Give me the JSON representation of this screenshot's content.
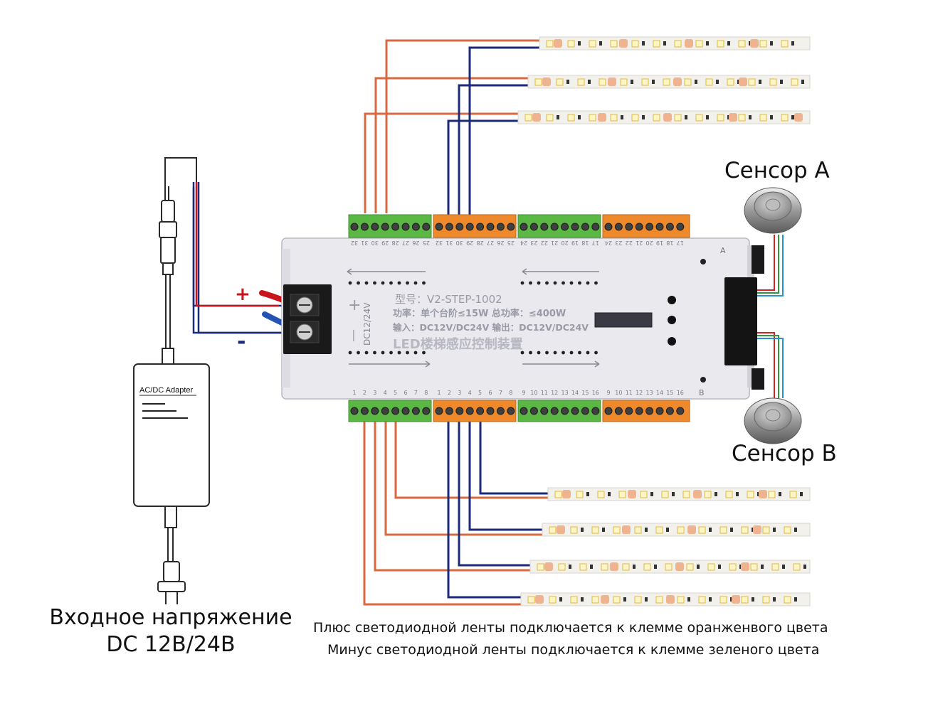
{
  "adapter": {
    "label": "AC/DC Adapter",
    "plus_sign": "+",
    "minus_sign": "-"
  },
  "controller": {
    "model_line": "型号：V2-STEP-1002",
    "power_line": "功率：单个台阶≤15W 总功率：≤400W",
    "io_line": "输入：DC12V/DC24V 输出：DC12V/DC24V",
    "name_line": "LED楼梯感应控制装置",
    "voltage_tag": "DC12/24V",
    "terminal_plus": "+",
    "terminal_minus": "—",
    "port_a": "A",
    "port_b": "B",
    "top_numbers_left": [
      "32",
      "31",
      "30",
      "29",
      "28",
      "27",
      "26",
      "25"
    ],
    "top_numbers_mid": [
      "32",
      "31",
      "30",
      "29",
      "28",
      "27",
      "26",
      "25"
    ],
    "top_numbers_right_a": [
      "24",
      "23",
      "22",
      "21",
      "20",
      "19",
      "18",
      "17"
    ],
    "top_numbers_right_b": [
      "24",
      "23",
      "22",
      "21",
      "20",
      "19",
      "18",
      "17"
    ],
    "bottom_numbers_left": [
      "1",
      "2",
      "3",
      "4",
      "5",
      "6",
      "7",
      "8"
    ],
    "bottom_numbers_mid": [
      "1",
      "2",
      "3",
      "4",
      "5",
      "6",
      "7",
      "8"
    ],
    "bottom_numbers_right_a": [
      "9",
      "10",
      "11",
      "12",
      "13",
      "14",
      "15",
      "16"
    ],
    "bottom_numbers_right_b": [
      "9",
      "10",
      "11",
      "12",
      "13",
      "14",
      "15",
      "16"
    ]
  },
  "sensors": {
    "a_label": "Сенсор A",
    "b_label": "Сенсор B"
  },
  "captions": {
    "input_line1": "Входное напряжение",
    "input_line2": "DC 12В/24В",
    "note_plus": "Плюс светодиодной ленты подключается к клемме оранженвого цвета",
    "note_minus": "Минус светодиодной ленты подключается к клемме зеленого цвета"
  },
  "colors": {
    "wire_plus": "#d9693f",
    "wire_minus": "#1c2a7a",
    "red_wire": "#c8151b",
    "blue_wire": "#2552b5",
    "terminal_green": "#5cb845",
    "terminal_orange": "#ee8a2b",
    "housing": "#e9e9ee"
  },
  "icons": {
    "plug": "eu-plug-icon",
    "sensor": "pir-sensor-icon",
    "led_strip": "led-strip-icon"
  }
}
